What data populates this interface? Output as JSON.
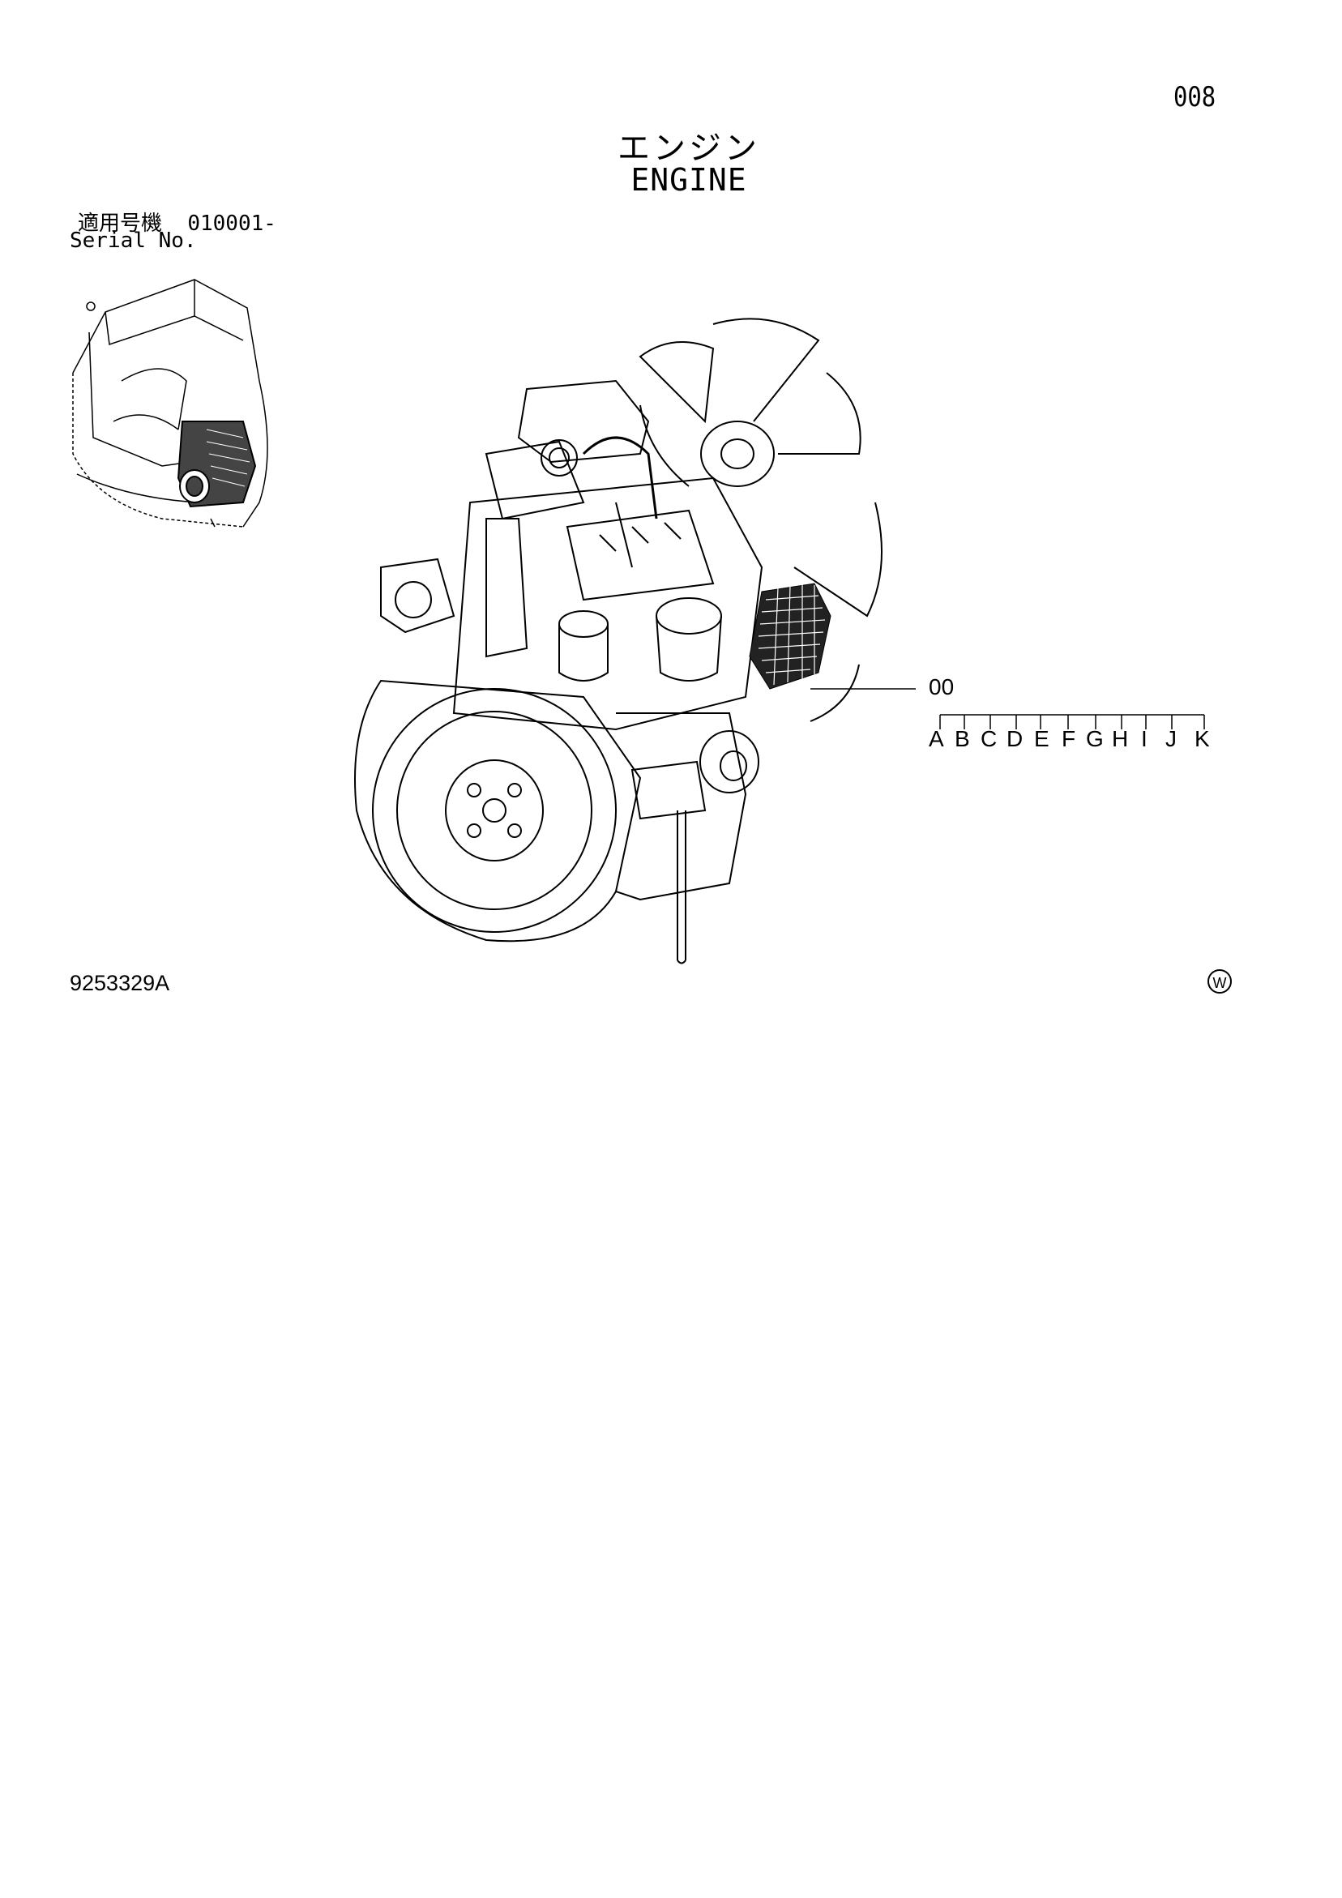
{
  "header": {
    "page_number": "008",
    "title_jp": "エンジン",
    "title_en": "ENGINE"
  },
  "serial": {
    "label_jp": "適用号機",
    "range": "010001-",
    "label_en": "Serial No."
  },
  "callout": {
    "code": "00",
    "letters": [
      "A",
      "B",
      "C",
      "D",
      "E",
      "F",
      "G",
      "H",
      "I",
      "J",
      "K"
    ]
  },
  "footer": {
    "drawing_number": "9253329A",
    "mark": "W"
  },
  "icons": {
    "machine_thumbnail": "excavator-cab-icon",
    "main_drawing": "engine-assembly-drawing",
    "w_mark": "circled-w-icon"
  }
}
